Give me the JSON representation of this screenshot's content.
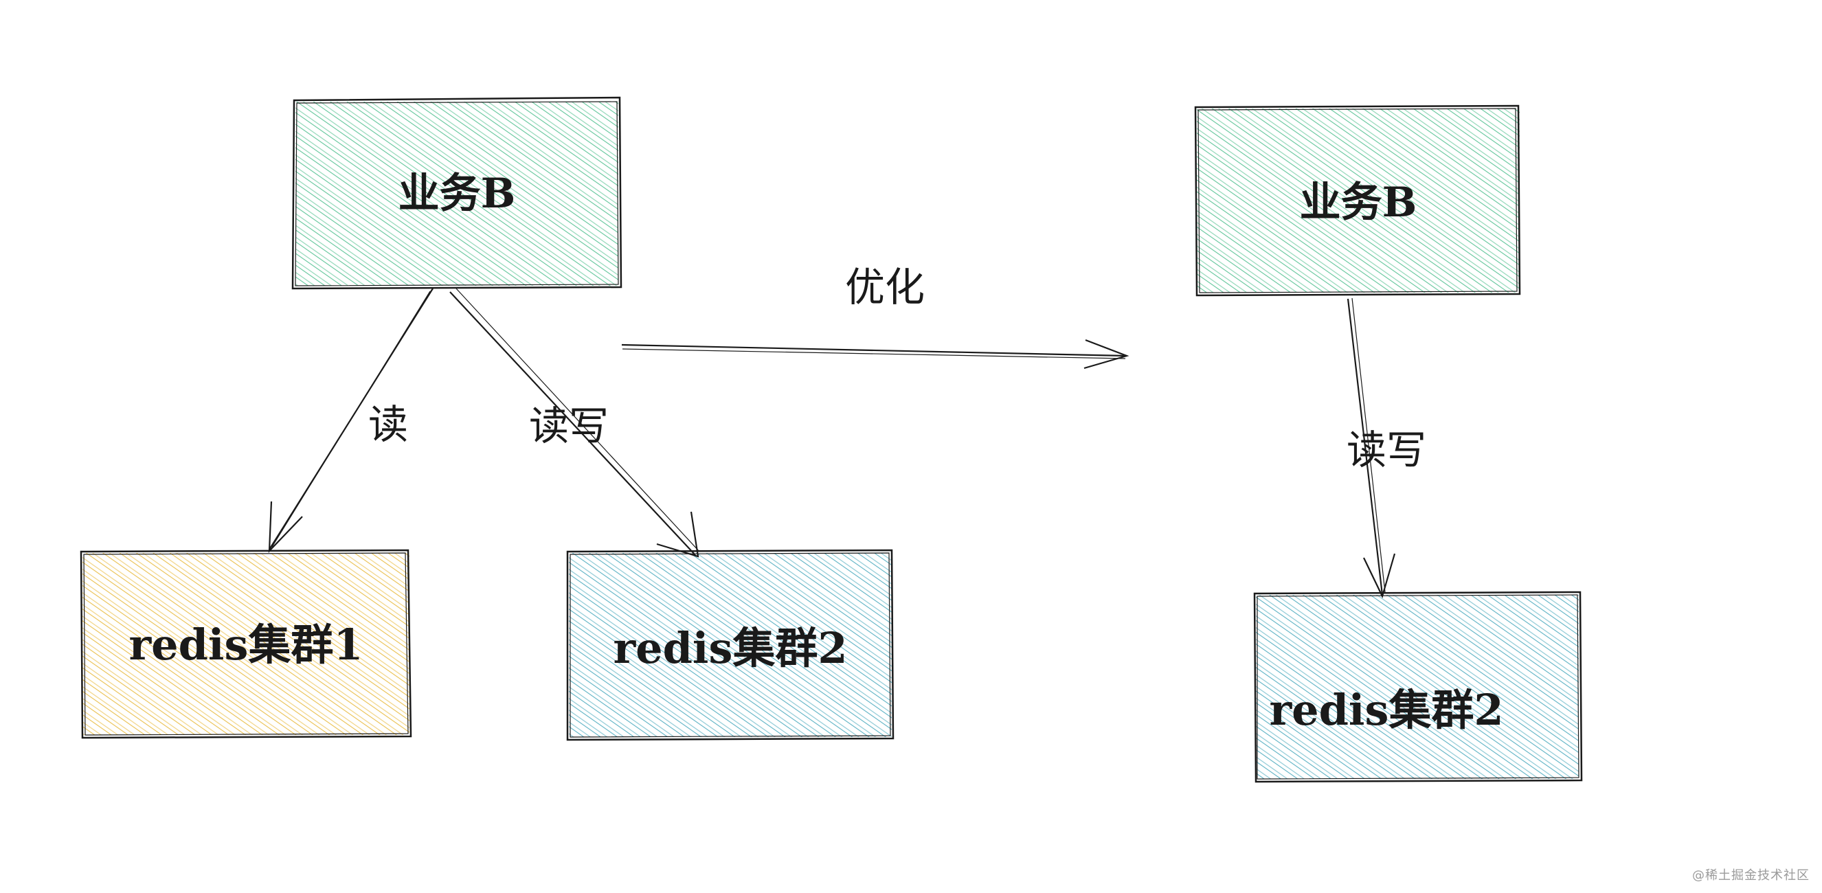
{
  "colors": {
    "green": "#4fbf8f",
    "yellow": "#e8b93a",
    "blue": "#4aa9bd",
    "stroke": "#1a1a1a"
  },
  "left": {
    "source": {
      "label": "业务B",
      "color": "green"
    },
    "targets": [
      {
        "label": "redis集群1",
        "color": "yellow"
      },
      {
        "label": "redis集群2",
        "color": "blue"
      }
    ],
    "edges": [
      {
        "label": "读"
      },
      {
        "label": "读写"
      }
    ]
  },
  "transition": {
    "label": "优化"
  },
  "right": {
    "source": {
      "label": "业务B",
      "color": "green"
    },
    "target": {
      "label": "redis集群2",
      "color": "blue"
    },
    "edge": {
      "label": "读写"
    }
  },
  "watermark": "@稀土掘金技术社区"
}
